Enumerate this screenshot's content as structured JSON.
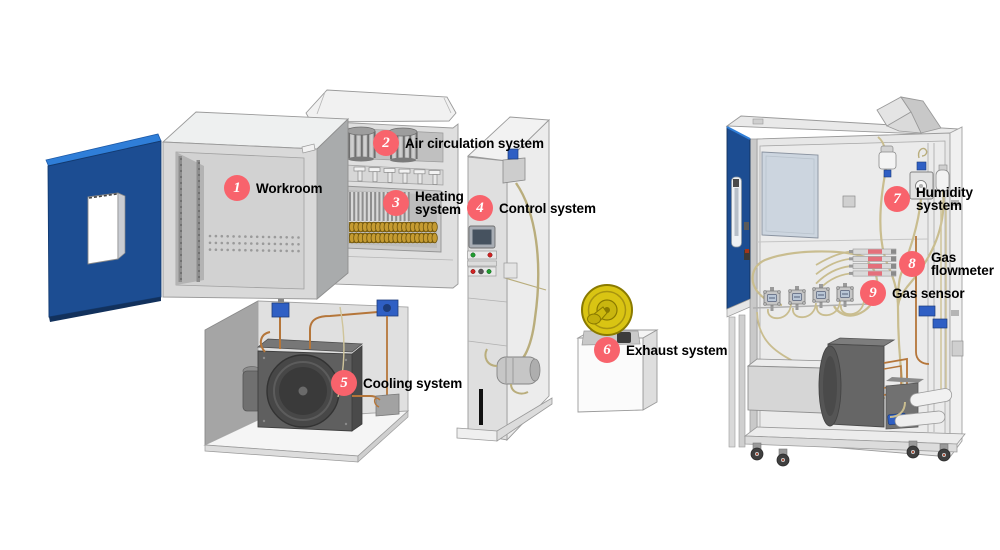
{
  "callouts": [
    {
      "num": "1",
      "label": "Workroom",
      "lines": [
        "Workroom"
      ]
    },
    {
      "num": "2",
      "label": "Air circulation system",
      "lines": [
        "Air circulation system"
      ]
    },
    {
      "num": "3",
      "label": "Heating system",
      "lines": [
        "Heating",
        "system"
      ]
    },
    {
      "num": "4",
      "label": "Control system",
      "lines": [
        "Control system"
      ]
    },
    {
      "num": "5",
      "label": "Cooling system",
      "lines": [
        "Cooling system"
      ]
    },
    {
      "num": "6",
      "label": "Exhaust system",
      "lines": [
        "Exhaust system"
      ]
    },
    {
      "num": "7",
      "label": "Humidity system",
      "lines": [
        "Humidity",
        "system"
      ]
    },
    {
      "num": "8",
      "label": "Gas flowmeter",
      "lines": [
        "Gas",
        "flowmeter"
      ]
    },
    {
      "num": "9",
      "label": "Gas sensor",
      "lines": [
        "Gas sensor"
      ]
    }
  ],
  "colors": {
    "marker": "#f8636c",
    "marker_text": "#ffffff",
    "label_text": "#000000",
    "panel_blue": "#1c4d92",
    "panel_blue_light": "#2f7ed8",
    "exhaust_yellow": "#d9c413",
    "heater_gold": "#c59b31",
    "copper_pipe": "#b5763a",
    "tube_tan": "#c9bd8f",
    "valve_blue": "#2f5fc4",
    "background": "#ffffff"
  }
}
